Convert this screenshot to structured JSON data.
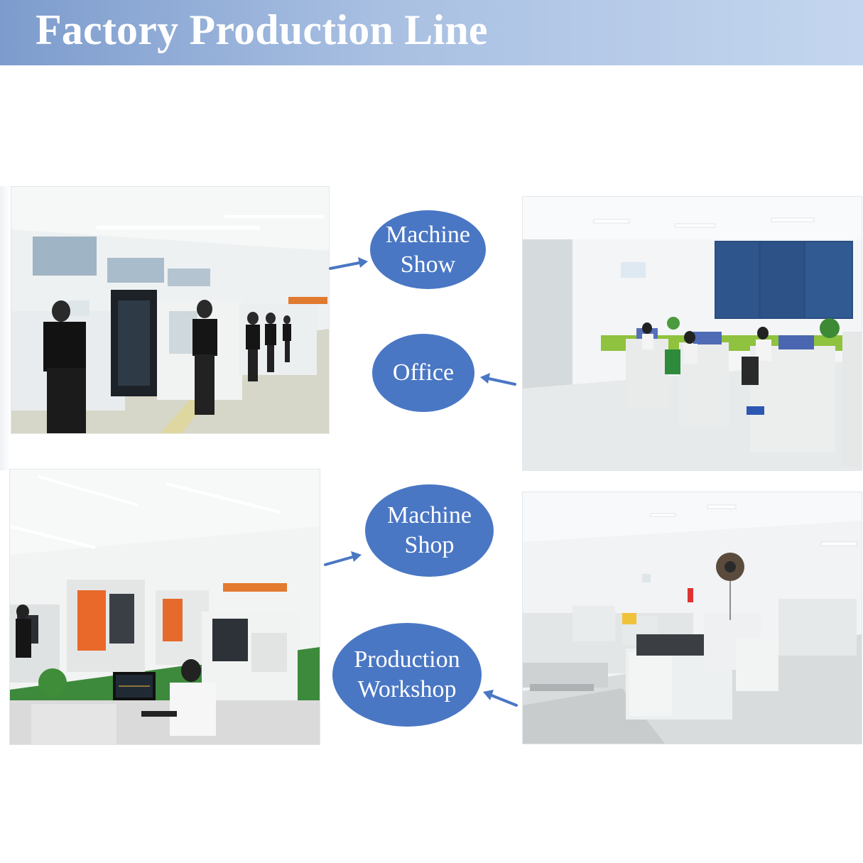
{
  "header": {
    "title": "Factory Production Line"
  },
  "labels": {
    "machine_show": [
      "Machine",
      "Show"
    ],
    "office": [
      "Office"
    ],
    "machine_shop": [
      "Machine",
      "Shop"
    ],
    "production_workshop": [
      "Production",
      "Workshop"
    ]
  },
  "colors": {
    "header_start": "#7d9ccd",
    "header_end": "#c4d6ef",
    "bubble": "#4a77c4",
    "arrow": "#4a77c4",
    "label_text": "#ffffff"
  },
  "photos": [
    {
      "name": "machine-show-photo",
      "subject": "automated assembly line with workers in black shirts"
    },
    {
      "name": "office-photo",
      "subject": "open-plan office with green desk partitions and staff"
    },
    {
      "name": "machine-shop-photo",
      "subject": "CNC machines with orange panels and an operator at a monitor"
    },
    {
      "name": "production-workshop-photo",
      "subject": "white production machines on a glossy workshop floor"
    }
  ]
}
